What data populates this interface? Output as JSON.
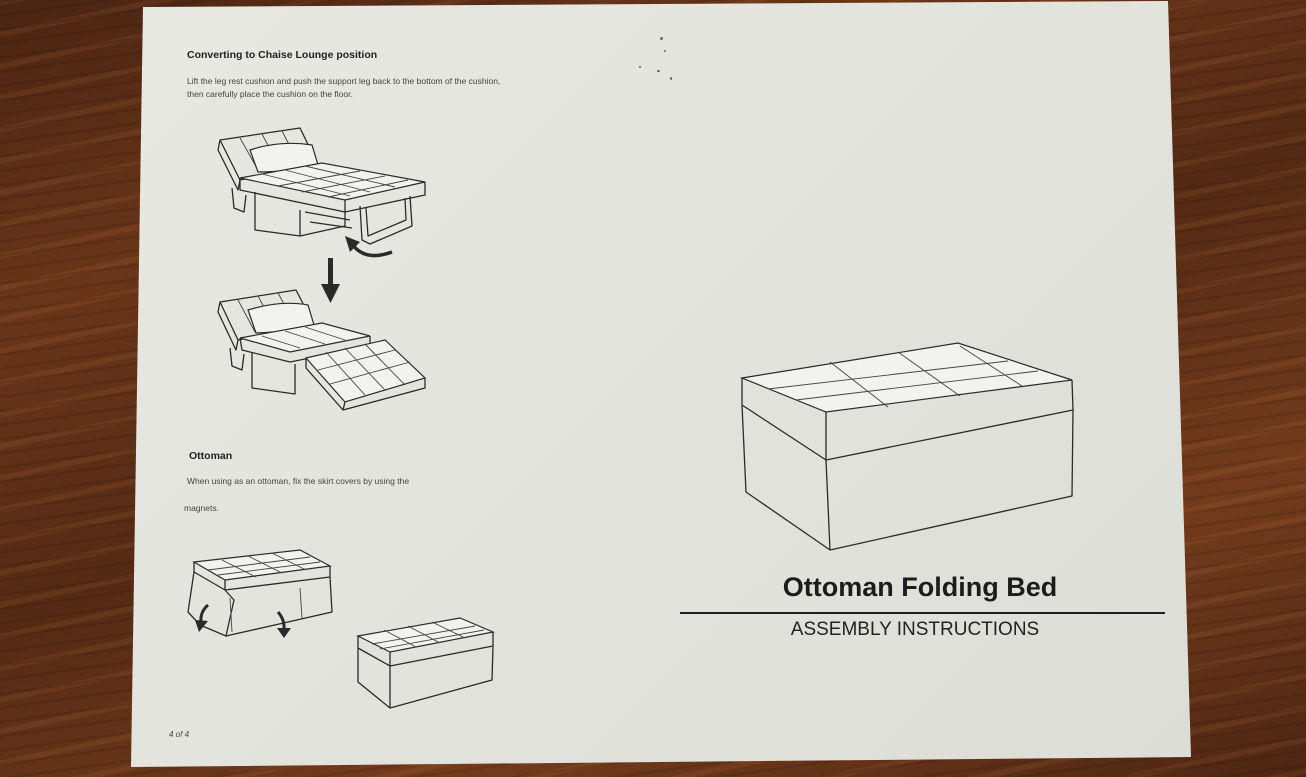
{
  "instructions": {
    "chaise": {
      "heading": "Converting to Chaise Lounge position",
      "line1": "Lift the leg rest cushion and push the support leg back to the bottom of the cushion,",
      "line2": "then carefully place the cushion on the floor."
    },
    "ottoman": {
      "heading": "Ottoman",
      "line1": "When using as an ottoman, fix the skirt covers by using the",
      "line2": "magnets."
    },
    "page_number": "4 of 4"
  },
  "cover": {
    "title": "Ottoman Folding Bed",
    "subtitle": "ASSEMBLY INSTRUCTIONS"
  },
  "icons": [
    "sofa-bed-illustration",
    "chaise-lounge-illustration",
    "down-arrow-icon",
    "curved-arrow-icon",
    "skirted-ottoman-illustration",
    "closed-ottoman-illustration",
    "large-ottoman-illustration"
  ]
}
